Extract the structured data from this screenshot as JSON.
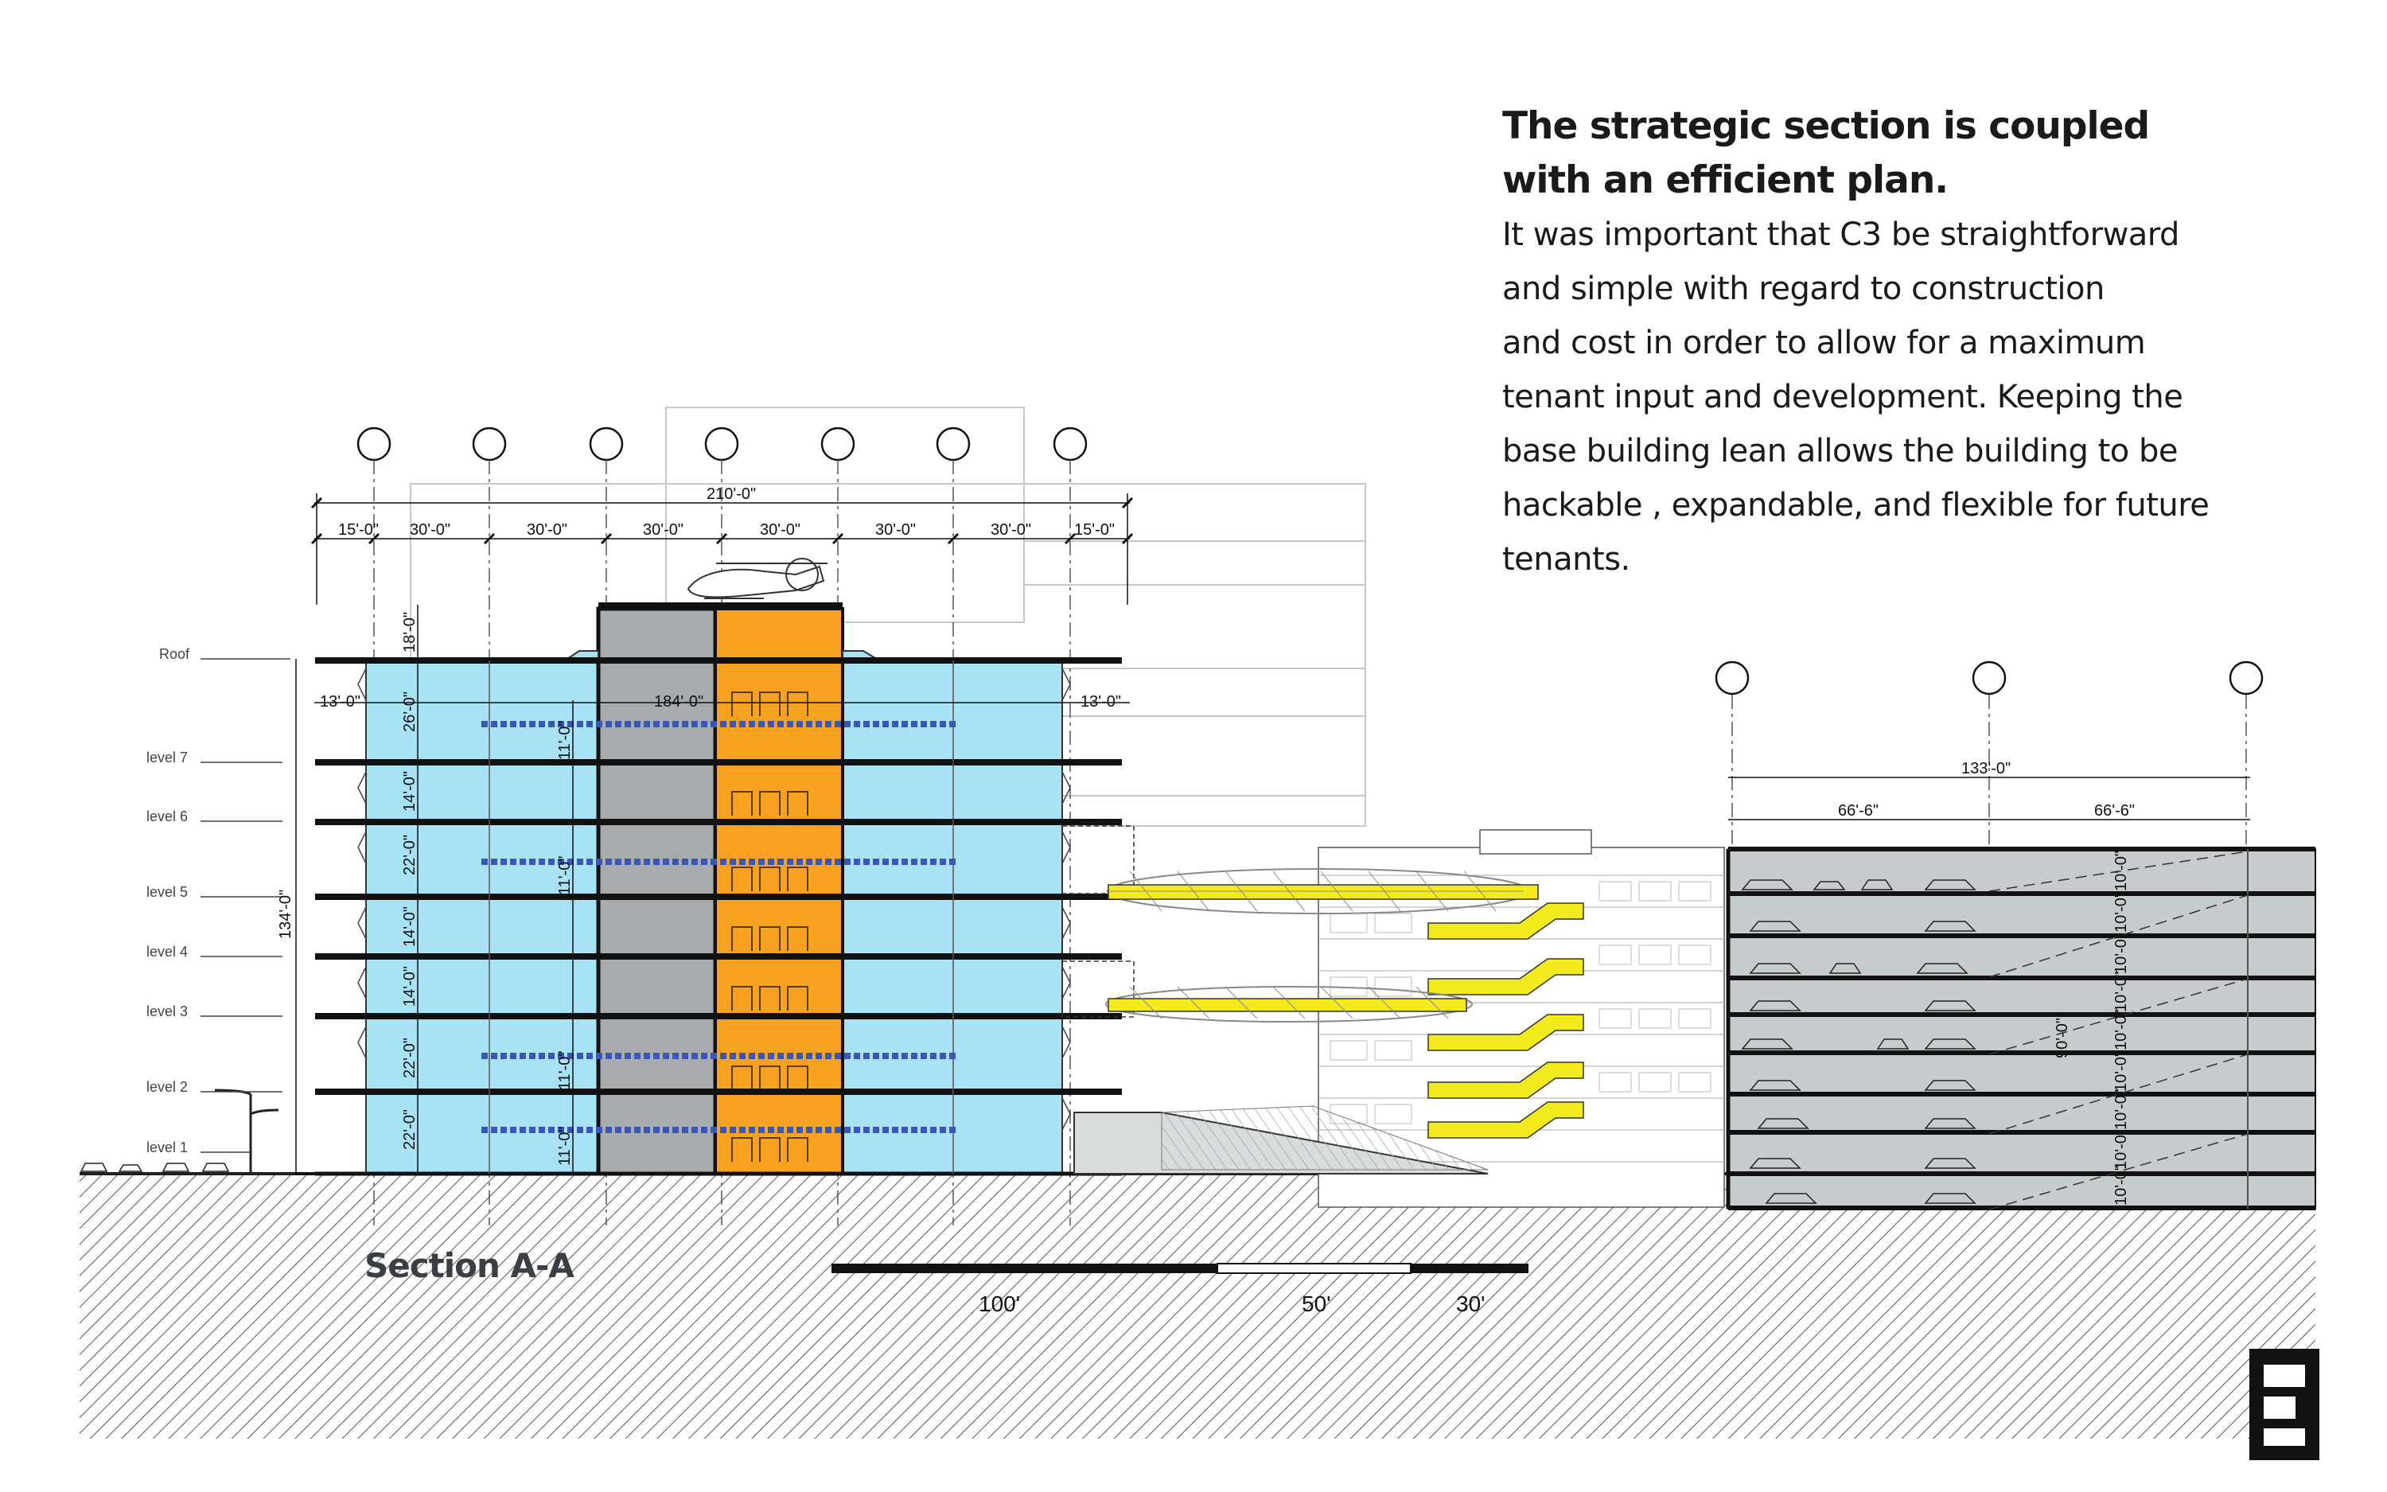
{
  "text": {
    "heading_line1": "The strategic section is coupled",
    "heading_line2": "with an efficient plan.",
    "body_lines": [
      "It was important that C3 be straightforward",
      "and simple  with regard to construction",
      "and cost in order to allow for a maximum",
      "tenant input and development.  Keeping the",
      "base building lean allows the building to be",
      "hackable , expandable, and flexible for future",
      "tenants."
    ]
  },
  "section_title": "Section A-A",
  "levels": {
    "roof": "Roof",
    "l7": "level 7",
    "l6": "level 6",
    "l5": "level 5",
    "l4": "level 4",
    "l3": "level 3",
    "l2": "level 2",
    "l1": "level 1"
  },
  "dims_top": {
    "overall": "210'-0\"",
    "bays": [
      "15'-0\"",
      "30'-0\"",
      "30'-0\"",
      "30'-0\"",
      "30'-0\"",
      "30'-0\"",
      "30'-0\"",
      "15'-0\""
    ],
    "inner_left": "13'-0\"",
    "inner_mid": "184'-0\"",
    "inner_right": "13'-0\""
  },
  "dims_vertical": {
    "overall": "134'-0\"",
    "floors": [
      "18'-0\"",
      "26'-0\"",
      "14'-0\"",
      "22'-0\"",
      "14'-0\"",
      "14'-0\"",
      "22'-0\"",
      "22'-0\""
    ],
    "minor": [
      "11'-0\"",
      "11'-0\"",
      "11'-0\"",
      "11'-0\""
    ]
  },
  "parking": {
    "overall": "133'-0\"",
    "bays": [
      "66'-6\"",
      "66'-6\""
    ],
    "height": "90'-0\"",
    "floor_dims": [
      "10'-0\"",
      "10'-0\"",
      "10'-0\"",
      "10'-0\"",
      "10'-0\"",
      "10'-0\"",
      "10'-0\"",
      "10'-0\"",
      "10'-0\""
    ]
  },
  "scale": [
    "100'",
    "50'",
    "30'"
  ],
  "logo": "C3",
  "colors": {
    "glass_blue": "#a8e2f5",
    "core_gray": "#a7abae",
    "core_orange": "#f6a11f",
    "bridge_yellow": "#f3ea1d",
    "slab_black": "#111111",
    "garage_gray": "#c6cbce"
  }
}
